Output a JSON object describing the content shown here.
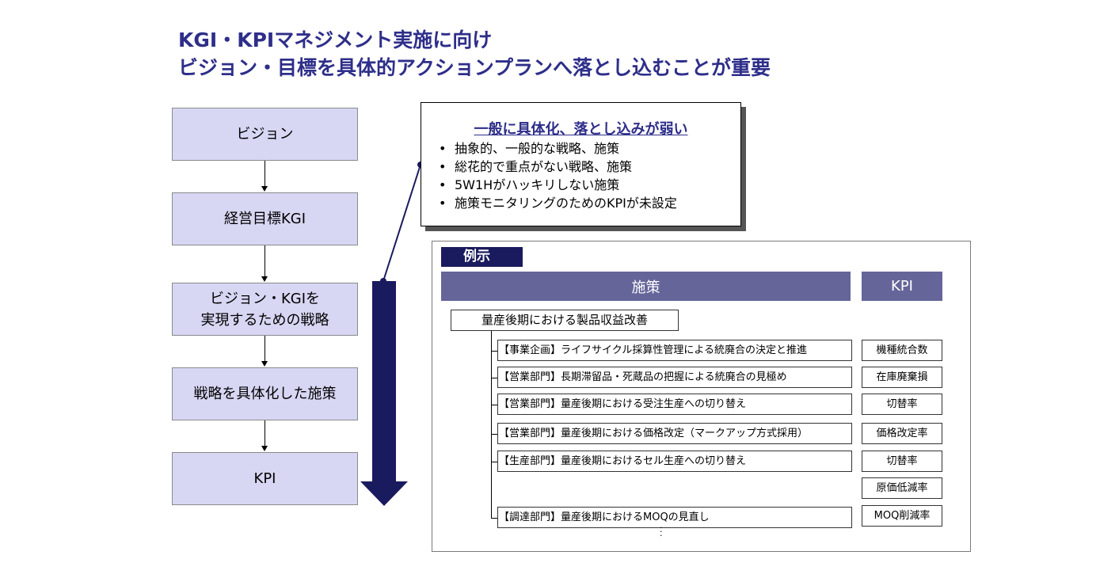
{
  "title": {
    "line1": "KGI・KPIマネジメント実施に向け",
    "line2": "ビジョン・目標を具体的アクションプランへ落とし込むことが重要"
  },
  "flow": {
    "steps": [
      "ビジョン",
      "経営目標KGI",
      "ビジョン・KGIを\n実現するための戦略",
      "戦略を具体化した施策",
      "KPI"
    ]
  },
  "callout": {
    "title": "一般に具体化、落とし込みが弱い",
    "items": [
      "抽象的、一般的な戦略、施策",
      "総花的で重点がない戦略、施策",
      "5W1Hがハッキリしない施策",
      "施策モニタリングのためのKPIが未設定"
    ]
  },
  "example": {
    "tag": "例示",
    "header_measures": "施策",
    "header_kpi": "KPI",
    "root": "量産後期における製品収益改善",
    "measures": [
      "【事業企画】ライフサイクル採算性管理による統廃合の決定と推進",
      "【営業部門】長期滞留品・死蔵品の把握による統廃合の見極め",
      "【営業部門】量産後期における受注生産への切り替え",
      "【営業部門】量産後期における価格改定（マークアップ方式採用）",
      "【生産部門】量産後期におけるセル生産への切り替え",
      "【調達部門】量産後期におけるMOQの見直し"
    ],
    "kpis": [
      "機種統合数",
      "在庫廃棄損",
      "切替率",
      "価格改定率",
      "切替率",
      "原価低減率",
      "MOQ削減率"
    ],
    "continuation": "…"
  }
}
